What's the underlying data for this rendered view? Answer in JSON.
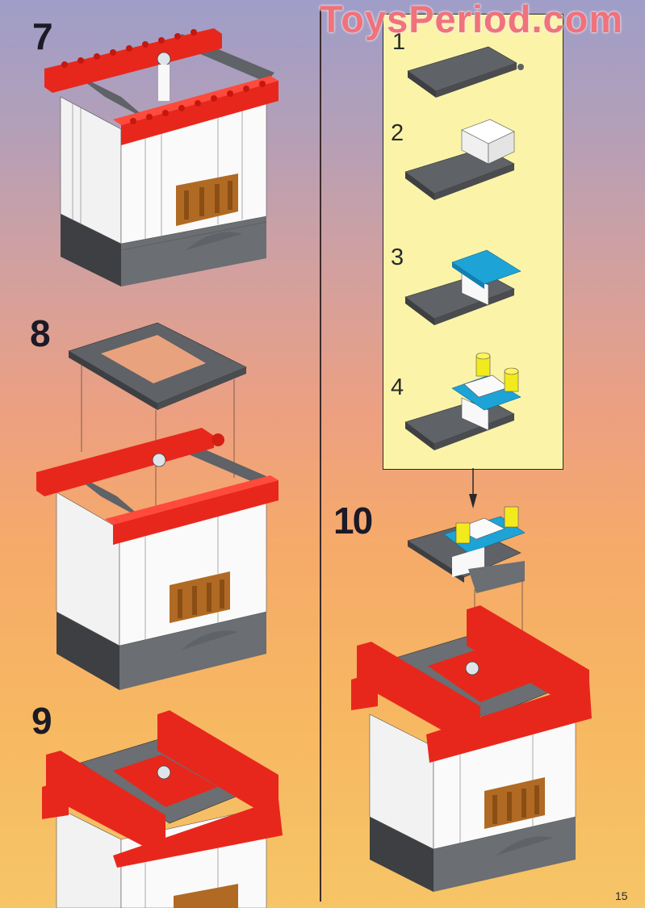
{
  "watermark": "ToysPeriod.com",
  "page_number": "15",
  "steps": [
    {
      "number": "7",
      "description": "Tower with white walls, brown fence, red and grey Technic brick frame on top"
    },
    {
      "number": "8",
      "description": "Grey 6x8 frame plate placed onto red/grey frame"
    },
    {
      "number": "9",
      "description": "Assembly with grey frame plate attached"
    },
    {
      "number": "10",
      "description": "Hinged roof sub-assembly attached on top"
    }
  ],
  "substeps": {
    "items": [
      {
        "number": "1",
        "description": "Grey hinge plate"
      },
      {
        "number": "2",
        "description": "Add white 2x2 brick"
      },
      {
        "number": "3",
        "description": "Add blue 2x4 plate"
      },
      {
        "number": "4",
        "description": "Add printed tile and two yellow round bricks"
      }
    ]
  },
  "colors": {
    "red_brick": "#e8271c",
    "dark_grey": "#5f6266",
    "white_brick": "#f8f8f8",
    "brown_fence": "#b06a24",
    "blue_plate": "#1ea3d6",
    "yellow_round": "#f2ea1c",
    "panel_bg": "#fbf4a8",
    "watermark": "#f0727a"
  }
}
